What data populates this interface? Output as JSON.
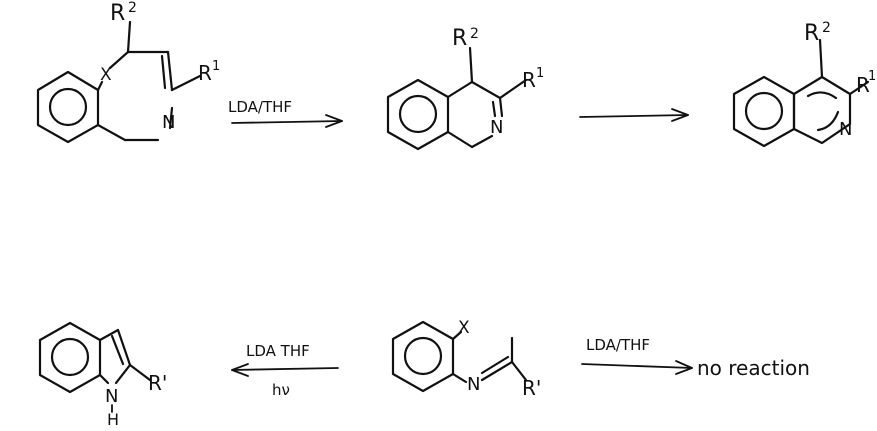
{
  "scheme": {
    "row1": {
      "start": {
        "x_label": "X",
        "r1": "R",
        "r1_sup": "1",
        "r2": "R",
        "r2_sup": "2",
        "n_label": "N"
      },
      "arrow1_reagent": "LDA/THF",
      "middle": {
        "r1": "R",
        "r1_sup": "1",
        "r2": "R",
        "r2_sup": "2",
        "n_label": "N"
      },
      "product": {
        "r1": "R",
        "r1_sup": "1",
        "r2": "R",
        "r2_sup": "2",
        "n_label": "N"
      }
    },
    "row2": {
      "indole": {
        "n_label": "N",
        "h_label": "H",
        "r_label": "R'"
      },
      "arrow_left_top": "LDA THF",
      "arrow_left_bottom": "hν",
      "imine": {
        "x_label": "X",
        "n_label": "N",
        "r_label": "R'"
      },
      "arrow_right_reagent": "LDA/THF",
      "outcome": "no reaction"
    }
  },
  "colors": {
    "ink": "#111111",
    "background": "#ffffff"
  }
}
